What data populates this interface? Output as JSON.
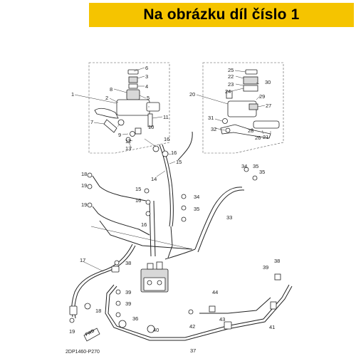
{
  "banner": {
    "text": "Na obrázku díl číslo 1",
    "color": "#f5c400"
  },
  "diagram": {
    "code": "2DP1460-P270",
    "forward_label": "FWD",
    "callouts": [
      {
        "id": "c1",
        "label": "1"
      },
      {
        "id": "c2",
        "label": "2"
      },
      {
        "id": "c3",
        "label": "3"
      },
      {
        "id": "c4",
        "label": "4"
      },
      {
        "id": "c5",
        "label": "5"
      },
      {
        "id": "c6",
        "label": "6"
      },
      {
        "id": "c7",
        "label": "7"
      },
      {
        "id": "c8",
        "label": "8"
      },
      {
        "id": "c9",
        "label": "9"
      },
      {
        "id": "c10",
        "label": "10"
      },
      {
        "id": "c11",
        "label": "11"
      },
      {
        "id": "c12",
        "label": "12"
      },
      {
        "id": "c13",
        "label": "13"
      },
      {
        "id": "c14",
        "label": "14"
      },
      {
        "id": "c15a",
        "label": "15"
      },
      {
        "id": "c15b",
        "label": "15"
      },
      {
        "id": "c16a",
        "label": "16"
      },
      {
        "id": "c16b",
        "label": "16"
      },
      {
        "id": "c16c",
        "label": "16"
      },
      {
        "id": "c16d",
        "label": "16"
      },
      {
        "id": "c17",
        "label": "17"
      },
      {
        "id": "c18a",
        "label": "18"
      },
      {
        "id": "c18b",
        "label": "18"
      },
      {
        "id": "c19a",
        "label": "19"
      },
      {
        "id": "c19b",
        "label": "19"
      },
      {
        "id": "c19c",
        "label": "19"
      },
      {
        "id": "c20",
        "label": "20"
      },
      {
        "id": "c21",
        "label": "21"
      },
      {
        "id": "c22",
        "label": "22"
      },
      {
        "id": "c23",
        "label": "23"
      },
      {
        "id": "c24",
        "label": "24"
      },
      {
        "id": "c25",
        "label": "25"
      },
      {
        "id": "c26",
        "label": "26"
      },
      {
        "id": "c27",
        "label": "27"
      },
      {
        "id": "c28",
        "label": "28"
      },
      {
        "id": "c29",
        "label": "29"
      },
      {
        "id": "c30",
        "label": "30"
      },
      {
        "id": "c31",
        "label": "31"
      },
      {
        "id": "c32",
        "label": "32"
      },
      {
        "id": "c33",
        "label": "33"
      },
      {
        "id": "c34a",
        "label": "34"
      },
      {
        "id": "c34b",
        "label": "34"
      },
      {
        "id": "c35a",
        "label": "35"
      },
      {
        "id": "c35b",
        "label": "35"
      },
      {
        "id": "c35c",
        "label": "35"
      },
      {
        "id": "c36",
        "label": "36"
      },
      {
        "id": "c37",
        "label": "37"
      },
      {
        "id": "c38a",
        "label": "38"
      },
      {
        "id": "c38b",
        "label": "38"
      },
      {
        "id": "c39a",
        "label": "39"
      },
      {
        "id": "c39b",
        "label": "39"
      },
      {
        "id": "c39c",
        "label": "39"
      },
      {
        "id": "c40",
        "label": "40"
      },
      {
        "id": "c41",
        "label": "41"
      },
      {
        "id": "c42",
        "label": "42"
      },
      {
        "id": "c43",
        "label": "43"
      },
      {
        "id": "c44",
        "label": "44"
      }
    ]
  }
}
